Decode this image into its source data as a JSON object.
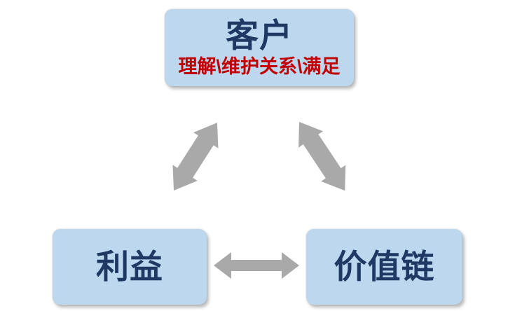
{
  "diagram": {
    "type": "relationship-triangle",
    "nodes": {
      "customer": {
        "label": "客户",
        "subtitle": "理解\\维护关系\\满足"
      },
      "benefit": {
        "label": "利益"
      },
      "value_chain": {
        "label": "价值链"
      }
    },
    "connectors": [
      {
        "from": "customer",
        "to": "benefit",
        "style": "double-headed-arrow"
      },
      {
        "from": "customer",
        "to": "value_chain",
        "style": "double-headed-arrow"
      },
      {
        "from": "benefit",
        "to": "value_chain",
        "style": "double-headed-arrow"
      }
    ],
    "colors": {
      "node_fill": "#bdd7ee",
      "node_label": "#1f3864",
      "customer_subtitle": "#c00000",
      "arrow": "#a9a9a9",
      "background": "#ffffff"
    }
  }
}
